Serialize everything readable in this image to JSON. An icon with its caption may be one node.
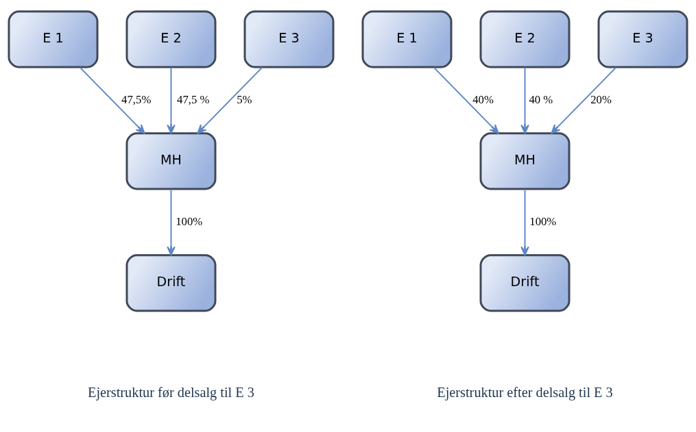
{
  "diagram": {
    "nodes": [
      {
        "text": [
          "E 1"
        ]
      },
      {
        "text": [
          "E 2"
        ]
      },
      {
        "text": [
          "E 3"
        ]
      },
      {
        "text": [
          "MH"
        ]
      },
      {
        "text": [
          "Drift"
        ]
      },
      {
        "text": [
          "E 1"
        ]
      },
      {
        "text": [
          "E 2"
        ]
      },
      {
        "text": [
          "E 3"
        ]
      },
      {
        "text": [
          "MH"
        ]
      },
      {
        "text": [
          "Drift"
        ]
      }
    ],
    "edges": [
      {
        "from": 0,
        "to": 3,
        "arrow": "to",
        "label": "47,5%"
      },
      {
        "from": 1,
        "to": 3,
        "arrow": "to",
        "label": "47,5 %"
      },
      {
        "from": 2,
        "to": 3,
        "arrow": "to",
        "label": "5%"
      },
      {
        "from": 3,
        "to": 4,
        "arrow": "to",
        "label": "100%"
      },
      {
        "from": 5,
        "to": 8,
        "arrow": "to",
        "label": "40%"
      },
      {
        "from": 6,
        "to": 8,
        "arrow": "to",
        "label": "40 %"
      },
      {
        "from": 7,
        "to": 8,
        "arrow": "to",
        "label": "20%"
      },
      {
        "from": 8,
        "to": 9,
        "arrow": "to",
        "label": "100%"
      }
    ],
    "labels": [
      "Ejerstruktur før delsalg til E 3",
      "Ejerstruktur efter delsalg til E 3"
    ]
  }
}
